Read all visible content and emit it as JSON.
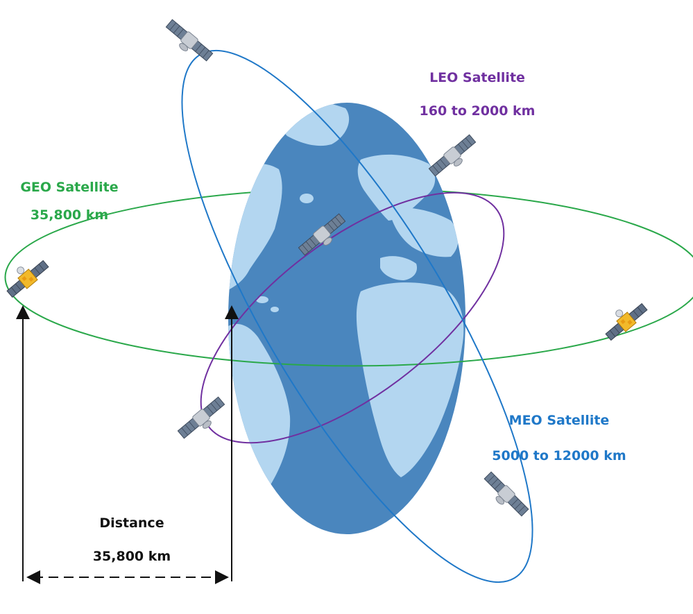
{
  "colors": {
    "geo": "#2aa84a",
    "leo": "#7030a0",
    "meo": "#1f78c8",
    "ocean": "#4a86be",
    "land": "#b3d6f0",
    "arrow": "#111111"
  },
  "labels": {
    "geo": {
      "title": "GEO Satellite",
      "altitude": "35,800 km"
    },
    "leo": {
      "title": "LEO Satellite",
      "altitude": "160 to 2000 km"
    },
    "meo": {
      "title": "MEO Satellite",
      "altitude": "5000 to 12000 km"
    },
    "distance": {
      "title": "Distance",
      "value": "35,800 km"
    }
  },
  "icons": {
    "earth": "earth-globe-icon",
    "geo_satellite": "geo-satellite-icon",
    "leo_satellite": "leo-satellite-icon",
    "meo_satellite": "meo-satellite-icon"
  }
}
